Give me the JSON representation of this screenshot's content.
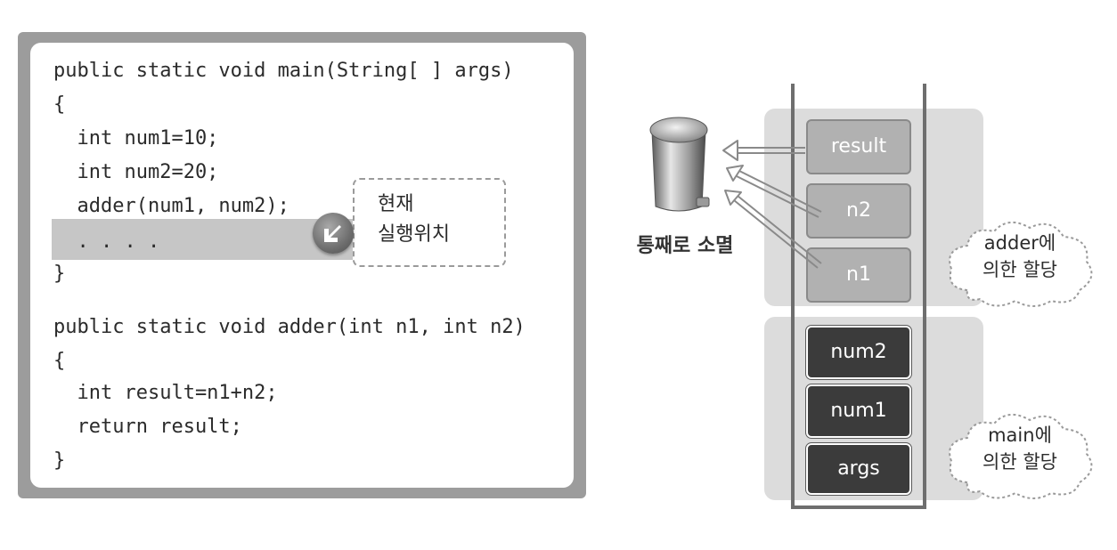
{
  "code": {
    "lines": [
      "public static void main(String[ ] args)",
      "{",
      "  int num1=10;",
      "  int num2=20;",
      "  adder(num1, num2);",
      "  . . . .",
      "}",
      "public static void adder(int n1, int n2)",
      "{",
      "  int result=n1+n2;",
      "  return result;",
      "}"
    ],
    "callout": [
      "현재",
      "실행위치"
    ]
  },
  "stack": {
    "adder_frame": {
      "slots": [
        "result",
        "n2",
        "n1"
      ],
      "label": [
        "adder에",
        "의한 할당"
      ]
    },
    "main_frame": {
      "slots": [
        "num2",
        "num1",
        "args"
      ],
      "label": [
        "main에",
        "의한 할당"
      ]
    },
    "trash_label": "통째로 소멸"
  },
  "icons": [
    "pointer-arrow-icon",
    "trash-can-icon",
    "cloud-icon"
  ],
  "colors": {
    "panel_border": "#9c9c9c",
    "frame_bg": "#dcdcdc",
    "slot_light": "#b1b1b1",
    "slot_dark": "#3b3b3b"
  }
}
